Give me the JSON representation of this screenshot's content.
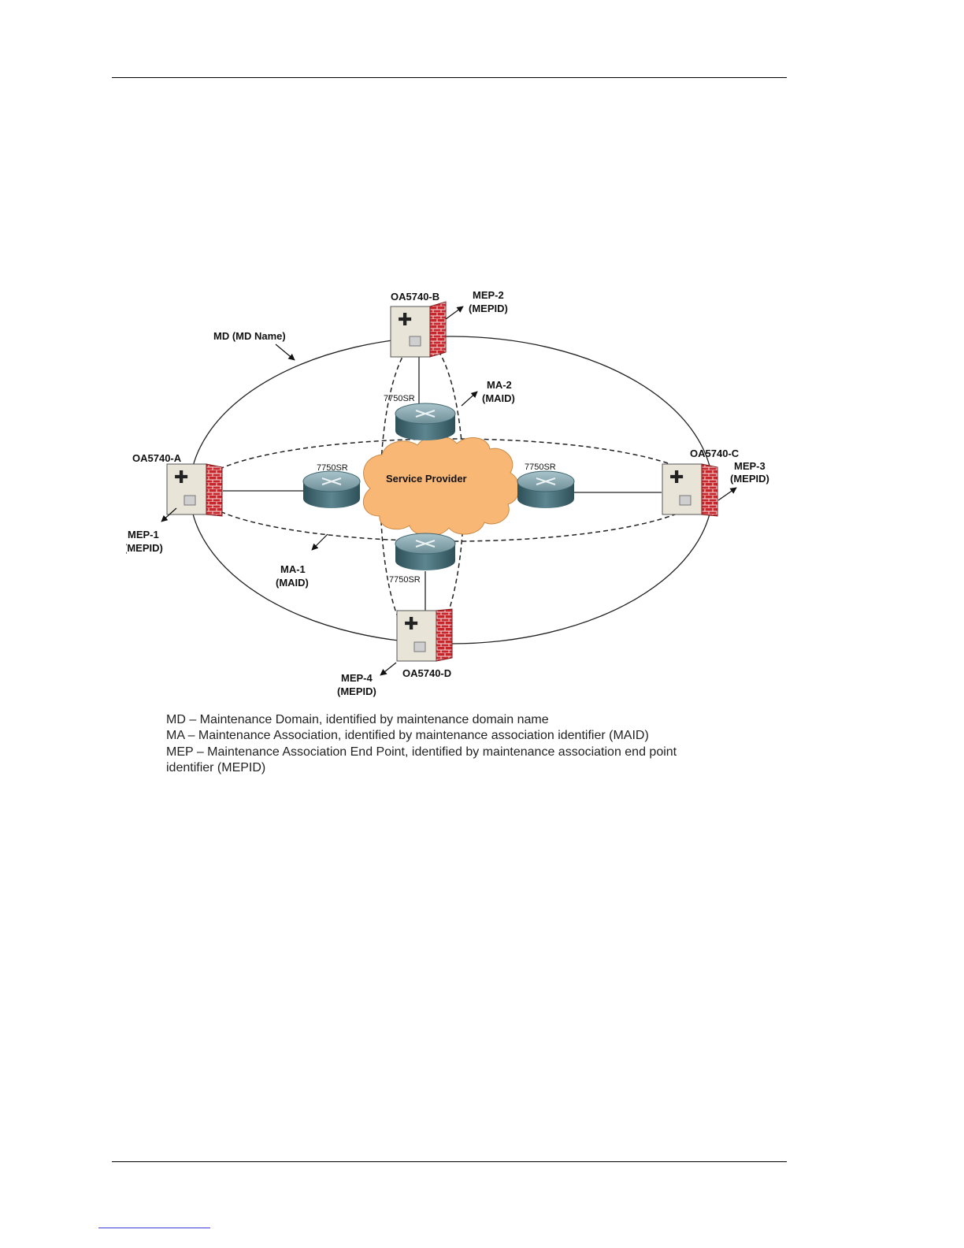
{
  "colors": {
    "cloud": "#f9b776",
    "firewall": "#c8262b",
    "router_top": "#7fa0a9",
    "router_side": "#3f6670",
    "switch_face": "#e8e4d8",
    "rule": "#000000"
  },
  "diagram": {
    "md_label": "MD (MD Name)",
    "cloud_label": "Service Provider",
    "devices": {
      "a": "OA5740-A",
      "b": "OA5740-B",
      "c": "OA5740-C",
      "d": "OA5740-D"
    },
    "routers": {
      "left": "7750SR",
      "right": "7750SR",
      "top": "7750SR",
      "bottom": "7750SR"
    },
    "meps": {
      "mep1": "MEP-1",
      "mep1_id": "(MEPID)",
      "mep2": "MEP-2",
      "mep2_id": "(MEPID)",
      "mep3": "MEP-3",
      "mep3_id": "(MEPID)",
      "mep4": "MEP-4",
      "mep4_id": "(MEPID)"
    },
    "mas": {
      "ma1": "MA-1",
      "ma1_id": "(MAID)",
      "ma2": "MA-2",
      "ma2_id": "(MAID)"
    },
    "legend": [
      "MD – Maintenance Domain, identified by maintenance domain name",
      "MA – Maintenance Association, identified by maintenance association identifier (MAID)",
      "MEP – Maintenance Association  End Point, identified by maintenance association end point",
      "identifier (MEPID)"
    ]
  }
}
